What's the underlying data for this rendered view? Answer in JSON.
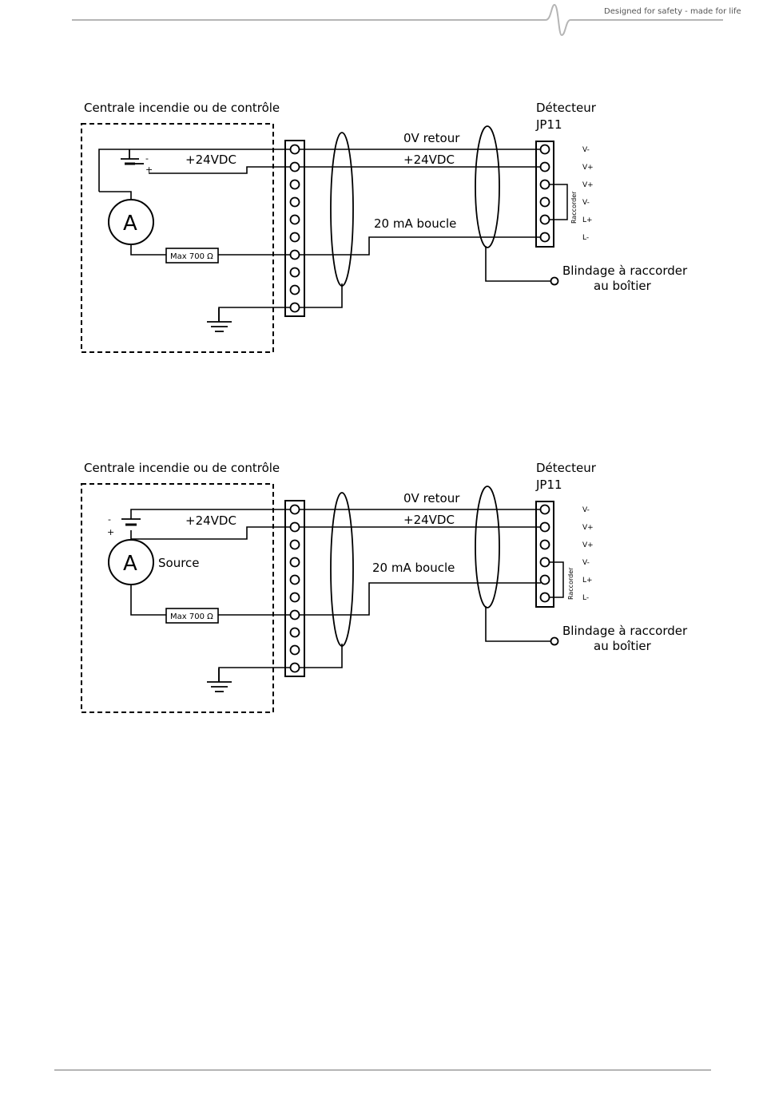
{
  "header": {
    "tagline": "Designed for safety - made for life"
  },
  "diagrams": [
    {
      "panel_title": "Centrale incendie ou de contrôle",
      "detector_title": "Détecteur",
      "detector_model": "JP11",
      "wire_0v": "0V retour",
      "wire_24v_cable": "+24VDC",
      "wire_24v_panel": "+24VDC",
      "loop_label": "20 mA boucle",
      "resistor": "Max 700 Ω",
      "ammeter": "A",
      "battery_minus": "-",
      "battery_plus": "+",
      "source_label": "",
      "terminals": [
        "V-",
        "V+",
        "V+",
        "V-",
        "L+",
        "L-"
      ],
      "bridge_label": "Raccorder",
      "shield_line1": "Blindage à raccorder",
      "shield_line2": "au boîtier"
    },
    {
      "panel_title": "Centrale incendie ou de contrôle",
      "detector_title": "Détecteur",
      "detector_model": "JP11",
      "wire_0v": "0V retour",
      "wire_24v_cable": "+24VDC",
      "wire_24v_panel": "+24VDC",
      "loop_label": "20 mA boucle",
      "resistor": "Max 700 Ω",
      "ammeter": "A",
      "battery_minus": "-",
      "battery_plus": "+",
      "source_label": "Source",
      "terminals": [
        "V-",
        "V+",
        "V+",
        "V-",
        "L+",
        "L-"
      ],
      "bridge_label": "Raccorder",
      "shield_line1": "Blindage à raccorder",
      "shield_line2": "au boîtier"
    }
  ]
}
